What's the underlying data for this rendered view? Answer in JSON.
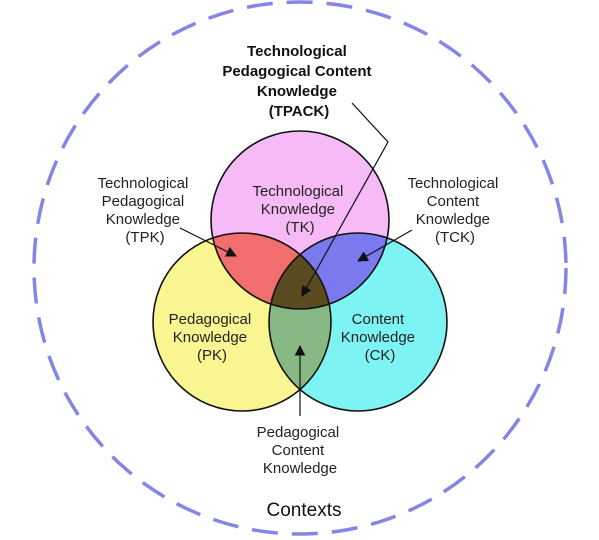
{
  "contexts_label": "Contexts",
  "tpack": {
    "lines": [
      "Technological",
      "Pedagogical Content",
      "Knowledge",
      "(TPACK)"
    ]
  },
  "tk": {
    "lines": [
      "Technological",
      "Knowledge",
      "(TK)"
    ]
  },
  "pk": {
    "lines": [
      "Pedagogical",
      "Knowledge",
      "(PK)"
    ]
  },
  "ck": {
    "lines": [
      "Content",
      "Knowledge",
      "(CK)"
    ]
  },
  "tpk": {
    "lines": [
      "Technological",
      "Pedagogical",
      "Knowledge",
      "(TPK)"
    ]
  },
  "tck": {
    "lines": [
      "Technological",
      "Content",
      "Knowledge",
      "(TCK)"
    ]
  },
  "pck": {
    "lines": [
      "Pedagogical",
      "Content",
      "Knowledge"
    ]
  },
  "colors": {
    "tk_fill": "#f6baf6",
    "pk_fill": "#f9f591",
    "ck_fill": "#7df3f3",
    "tpk_fill": "#f06e6e",
    "tck_fill": "#7a79ee",
    "pck_fill": "#88b883",
    "tpack_fill": "#5b4b20",
    "contexts_stroke": "#8585e6"
  }
}
